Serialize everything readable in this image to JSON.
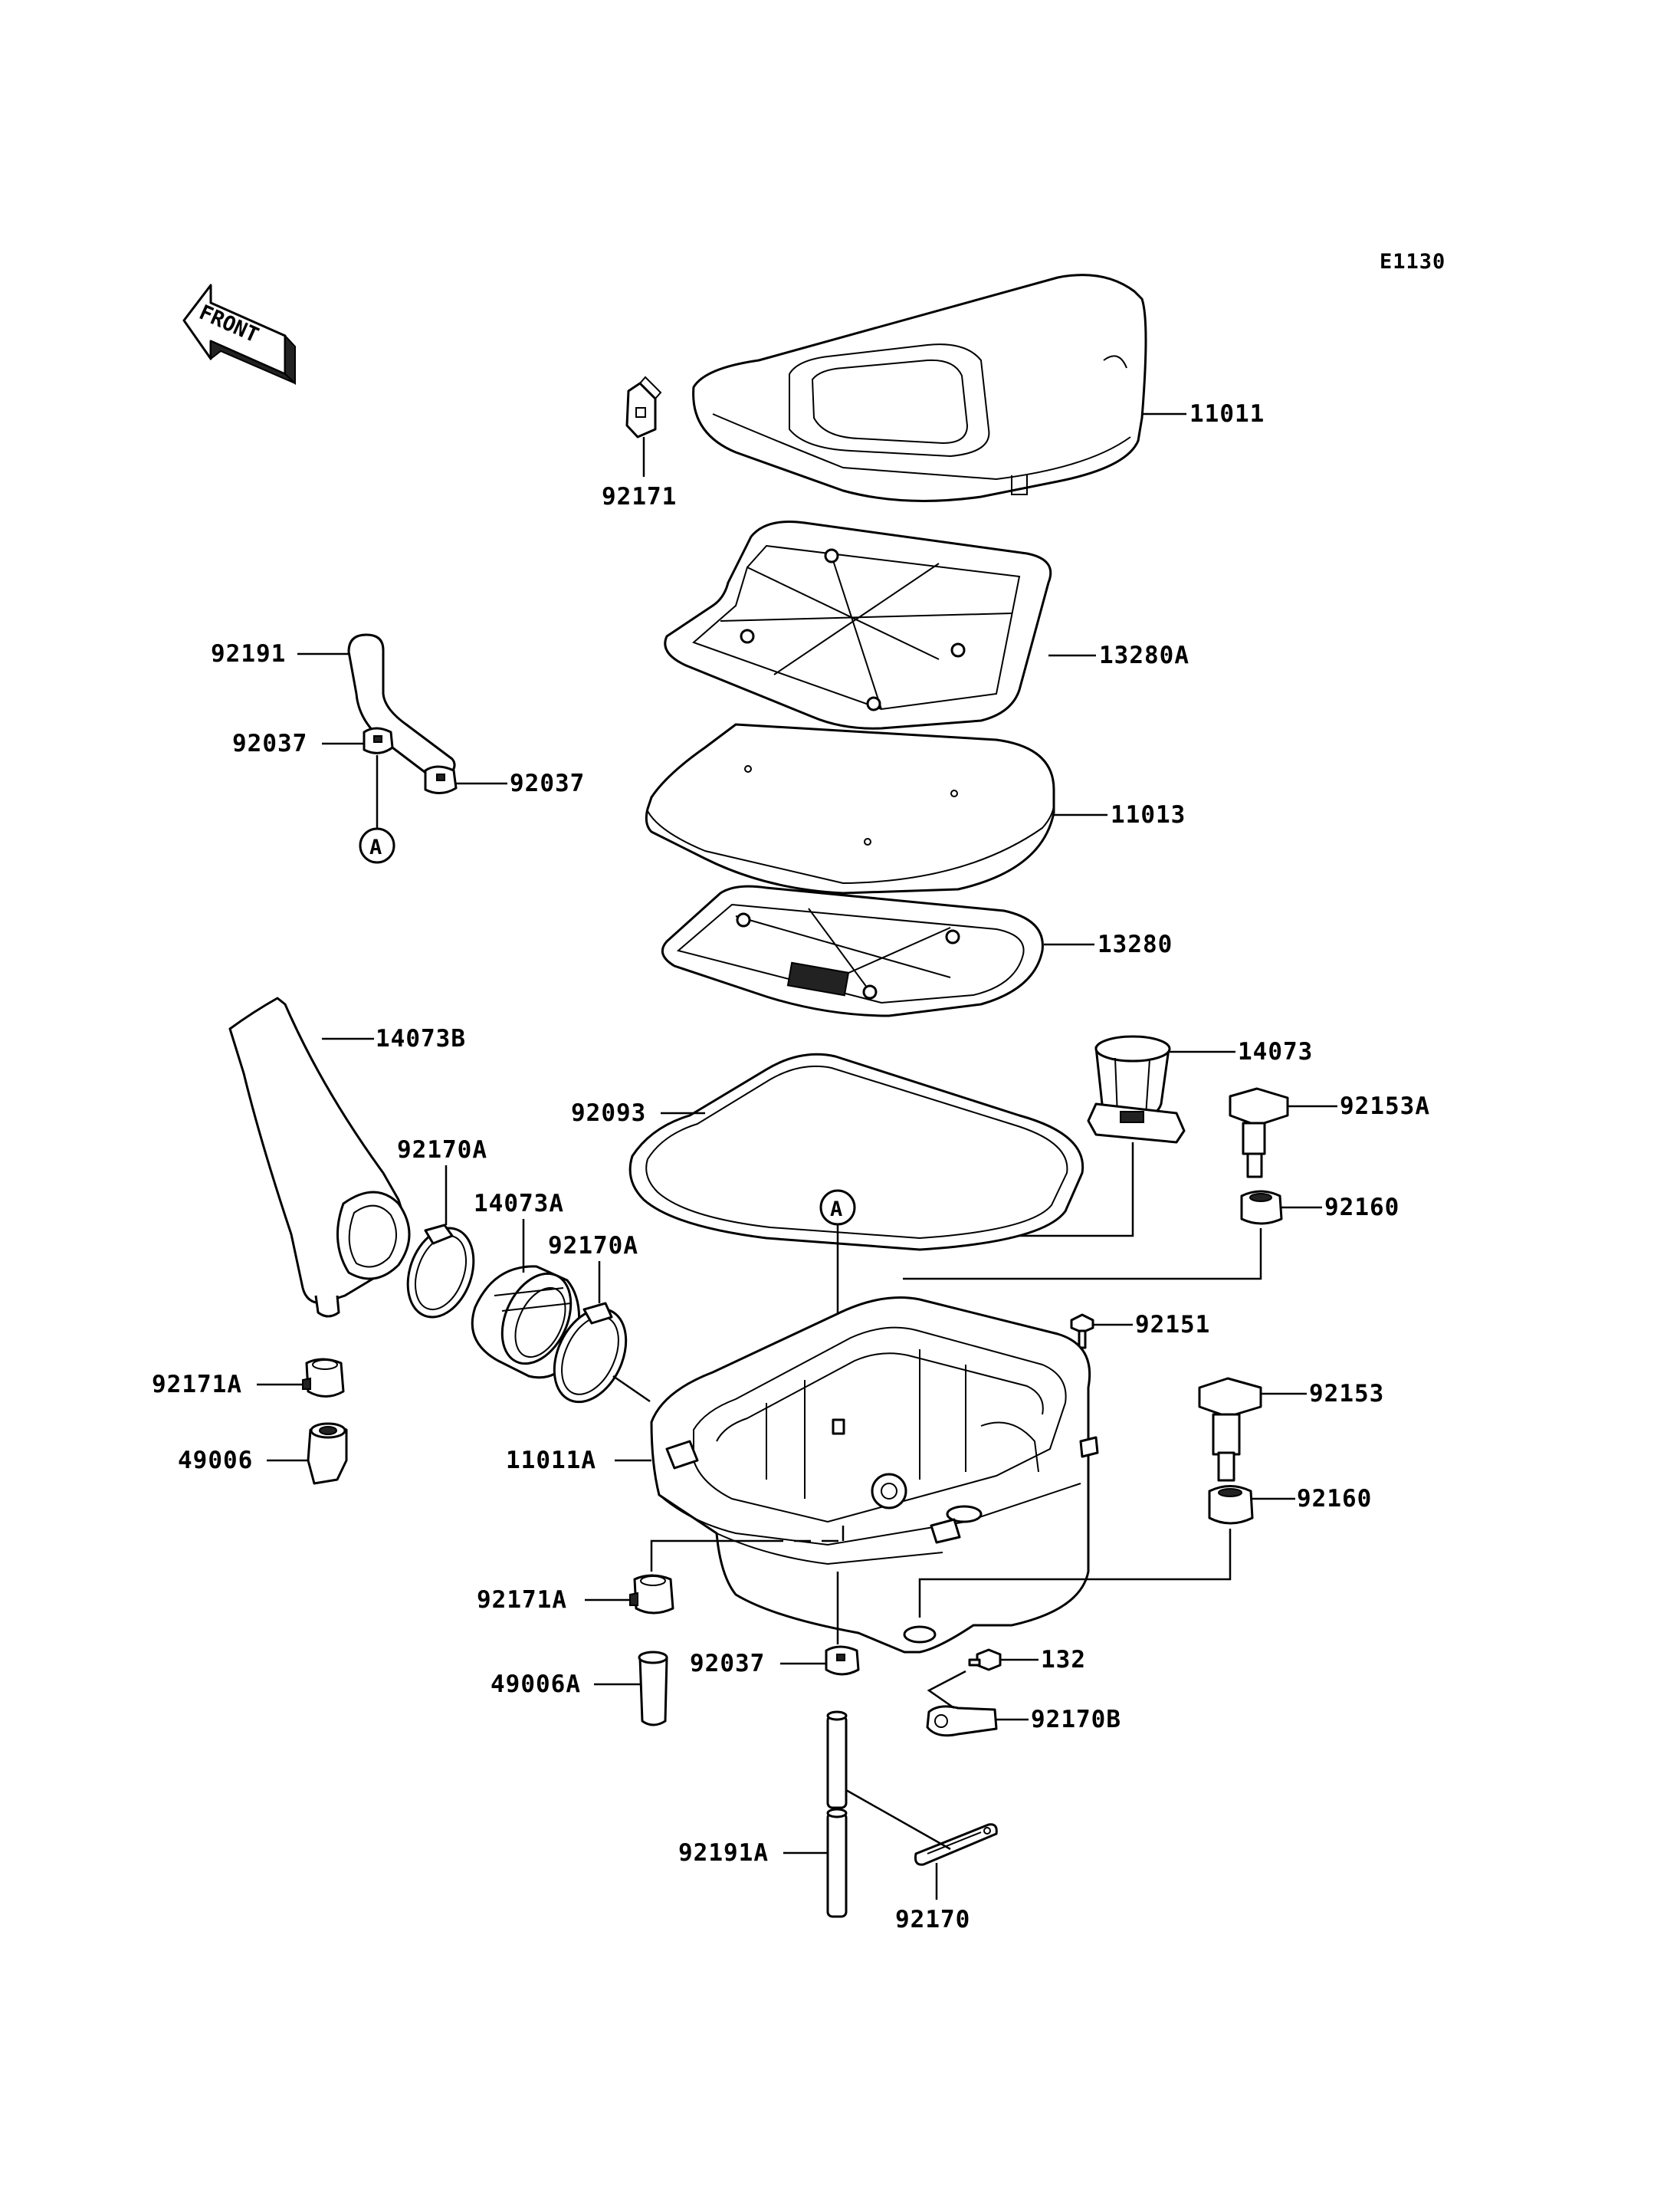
{
  "code": "E1130",
  "front_label": "FRONT",
  "ref_marker": "A",
  "parts": {
    "p11011": "11011",
    "p92171": "92171",
    "p13280A": "13280A",
    "p92191": "92191",
    "p92037a": "92037",
    "p92037b": "92037",
    "p11013": "11013",
    "p13280": "13280",
    "p14073B": "14073B",
    "p14073": "14073",
    "p92153A": "92153A",
    "p92093": "92093",
    "p92170A_left": "92170A",
    "p14073A": "14073A",
    "p92170A_right": "92170A",
    "p92160a": "92160",
    "p92151": "92151",
    "p92171A_left": "92171A",
    "p92153": "92153",
    "p49006": "49006",
    "p11011A": "11011A",
    "p92160b": "92160",
    "p92171A_mid": "92171A",
    "p92037c": "92037",
    "p132": "132",
    "p49006A": "49006A",
    "p92170B": "92170B",
    "p92191A": "92191A",
    "p92170": "92170"
  }
}
